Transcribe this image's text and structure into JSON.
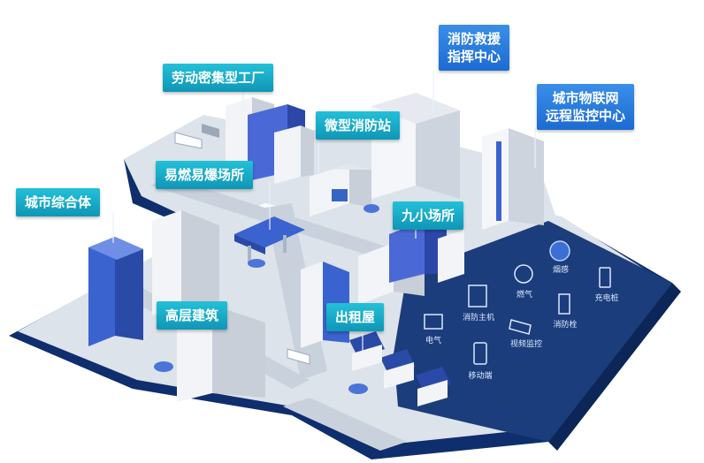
{
  "labels": {
    "labor_factory": "劳动密集型工厂",
    "fire_center_line1": "消防救援",
    "fire_center_line2": "指挥中心",
    "iot_center_line1": "城市物联网",
    "iot_center_line2": "远程监控中心",
    "micro_station": "微型消防站",
    "flammable": "易燃易爆场所",
    "urban_complex": "城市综合体",
    "nine_small": "九小场所",
    "high_rise": "高层建筑",
    "rental": "出租屋"
  },
  "devices": {
    "smoke": "烟感",
    "charger": "充电桩",
    "gas": "燃气",
    "fire_host": "消防主机",
    "hydrant": "消防栓",
    "electric": "电气",
    "video": "视频监控",
    "phone": "移动端"
  }
}
